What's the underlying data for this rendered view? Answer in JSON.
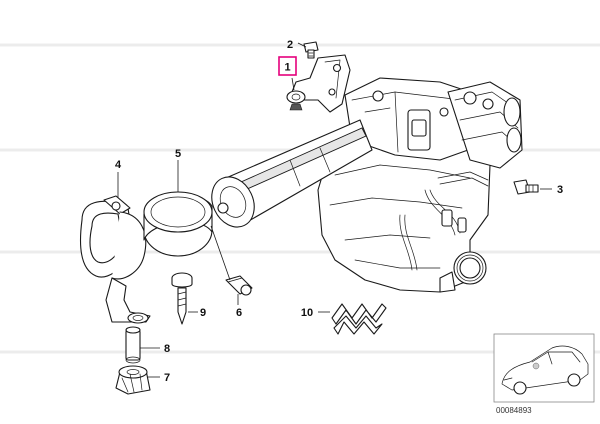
{
  "diagram": {
    "reference_number": "00084893",
    "callouts": [
      {
        "id": "1",
        "label": "1",
        "highlighted": true
      },
      {
        "id": "2",
        "label": "2"
      },
      {
        "id": "3",
        "label": "3"
      },
      {
        "id": "4",
        "label": "4"
      },
      {
        "id": "5",
        "label": "5"
      },
      {
        "id": "6",
        "label": "6"
      },
      {
        "id": "7",
        "label": "7"
      },
      {
        "id": "8",
        "label": "8"
      },
      {
        "id": "9",
        "label": "9"
      },
      {
        "id": "10",
        "label": "10"
      }
    ],
    "colors": {
      "highlight": "#e4007c",
      "line": "#1a1a1a",
      "thumbnail_border": "#888888"
    }
  }
}
